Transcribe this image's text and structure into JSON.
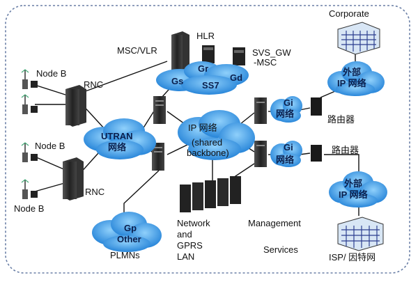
{
  "labels": {
    "corporate": "Corporate",
    "hlr": "HLR",
    "msc_vlr": "MSC/VLR",
    "svs_gw_line1": "SVS_GW",
    "svs_gw_line2": "-MSC",
    "gr": "Gr",
    "gs": "Gs",
    "ss7": "SS7",
    "gd": "Gd",
    "node_b_1": "Node B",
    "node_b_2": "Node B",
    "node_b_3": "Node B",
    "rnc_1": "RNC",
    "rnc_2": "RNC",
    "utran_line1": "UTRAN",
    "utran_line2": "网络",
    "ip_backbone_line1": "IP 网络",
    "ip_backbone_line2": "(shared",
    "ip_backbone_line3": "backbone)",
    "gi_1_line1": "Gi",
    "gi_1_line2": "网络",
    "gi_2_line1": "Gi",
    "gi_2_line2": "网络",
    "ext_ip_1_line1": "外部",
    "ext_ip_1_line2": "IP 网络",
    "ext_ip_2_line1": "外部",
    "ext_ip_2_line2": "IP 网络",
    "router_1": "路由器",
    "router_2": "路由器",
    "gp_line1": "Gp",
    "gp_line2": "Other",
    "plmns": "PLMNs",
    "network_lan_line1": "Network",
    "network_lan_line2": "and",
    "network_lan_line3": "GPRS",
    "network_lan_line4": "LAN",
    "management": "Management",
    "services": "Services",
    "isp": "ISP/ 因特网"
  },
  "colors": {
    "cloud": "#2f8fe0",
    "cloud_light": "#6bbcf4",
    "server": "#2b2b2b",
    "line": "#111111",
    "frame": "#6a7fa6"
  }
}
